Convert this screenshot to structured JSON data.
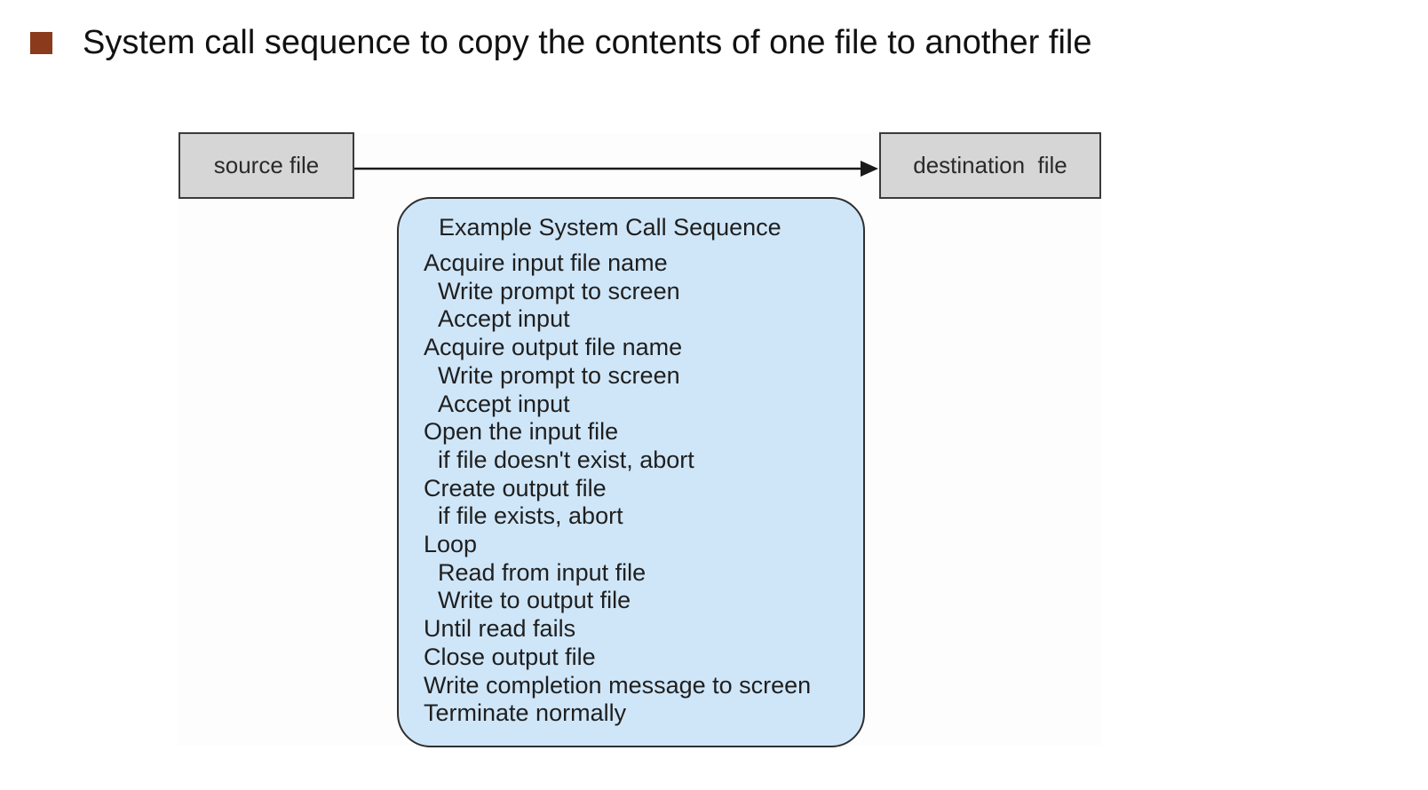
{
  "slide": {
    "title": "System call sequence to copy the contents of one file to another file",
    "bullet_color": "#8b3a1c"
  },
  "diagram": {
    "source_label": "source file",
    "destination_label": "destination  file",
    "file_box_color": "#d6d6d6",
    "sequence_box_color": "#cfe6f8",
    "sequence_title": "Example System Call Sequence",
    "steps": [
      {
        "text": "Acquire input file name",
        "indent": false
      },
      {
        "text": "Write prompt to screen",
        "indent": true
      },
      {
        "text": "Accept input",
        "indent": true
      },
      {
        "text": "Acquire output file name",
        "indent": false
      },
      {
        "text": "Write prompt to screen",
        "indent": true
      },
      {
        "text": "Accept input",
        "indent": true
      },
      {
        "text": "Open the input file",
        "indent": false
      },
      {
        "text": "if file doesn't exist, abort",
        "indent": true
      },
      {
        "text": "Create output file",
        "indent": false
      },
      {
        "text": "if file exists, abort",
        "indent": true
      },
      {
        "text": "Loop",
        "indent": false
      },
      {
        "text": "Read from input file",
        "indent": true
      },
      {
        "text": "Write to output file",
        "indent": true
      },
      {
        "text": "Until read fails",
        "indent": false
      },
      {
        "text": "Close output file",
        "indent": false
      },
      {
        "text": "Write completion message to screen",
        "indent": false
      },
      {
        "text": "Terminate normally",
        "indent": false
      }
    ]
  }
}
